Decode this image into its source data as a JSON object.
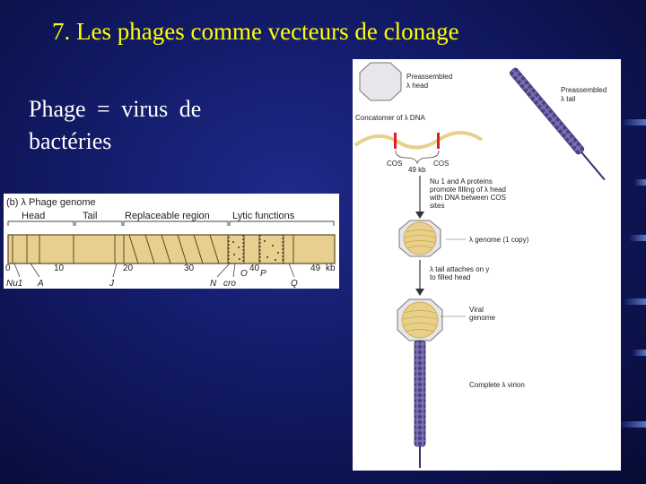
{
  "slide": {
    "title": "7. Les phages comme vecteurs de clonage",
    "body_line1": "Phage = virus de",
    "body_line2": "bactéries"
  },
  "genome_figure": {
    "caption": "(b) λ Phage genome",
    "regions": [
      "Head",
      "Tail",
      "Replaceable region",
      "Lytic functions"
    ],
    "scale": [
      "0",
      "10",
      "20",
      "30",
      "40",
      "49",
      "kb"
    ],
    "upper_genes": [
      "O",
      "P"
    ],
    "lower_genes": [
      "Nu1",
      "A",
      "J",
      "N",
      "cro",
      "Q"
    ],
    "colors": {
      "genome_bar": "#e8cf8e",
      "outline": "#5a4a2a"
    }
  },
  "virion_figure": {
    "preassembled_head": [
      "Preassembled",
      "λ head"
    ],
    "preassembled_tail": [
      "Preassembled",
      "λ tail"
    ],
    "concatomer": "Concatomer of λ DNA",
    "cos1": "COS",
    "cos2": "COS",
    "length": "49 kb",
    "step1": [
      "Nu 1 and A proteins",
      "promote filling of λ head",
      "with DNA between COS",
      "sites"
    ],
    "genome_copy": "λ genome (1 copy)",
    "step2": [
      "λ tail attaches on y",
      "to filled head"
    ],
    "viral_genome": [
      "Viral",
      "genome"
    ],
    "complete": "Complete λ virion",
    "colors": {
      "head": "#e8e6ea",
      "tail": "#6a5fa0",
      "dna": "#e8d08a",
      "cut": "#e02020"
    }
  }
}
